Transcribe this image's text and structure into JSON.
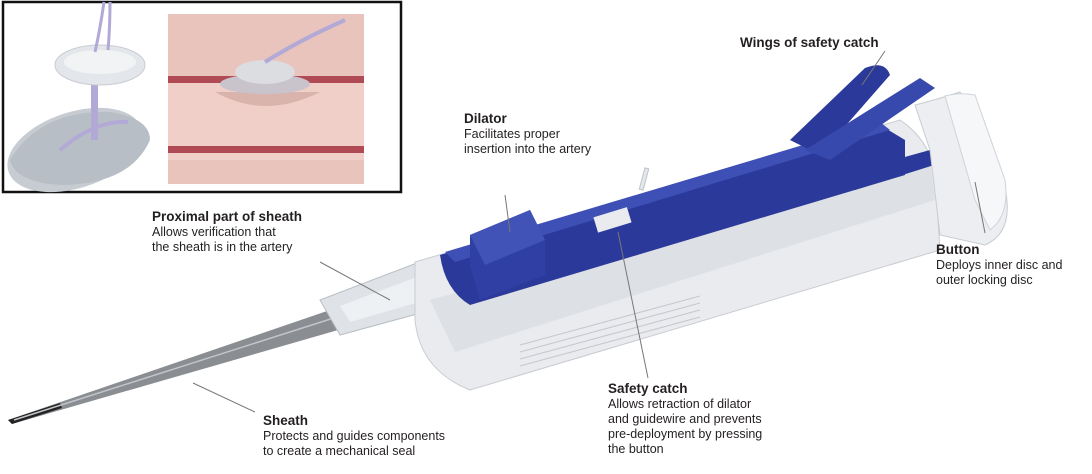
{
  "colors": {
    "device_blue": "#2b3a9a",
    "device_white": "#e9ebee",
    "sheath": "#8a8d91",
    "leader": "#777777"
  },
  "labels": {
    "wings": {
      "title": "Wings of safety catch",
      "desc": ""
    },
    "dilator": {
      "title": "Dilator",
      "desc": "Facilitates proper\ninsertion into the artery"
    },
    "proximal": {
      "title": "Proximal part of sheath",
      "desc": "Allows verification that\nthe sheath is in the artery"
    },
    "button": {
      "title": "Button",
      "desc": "Deploys inner disc and\nouter locking disc"
    },
    "safety": {
      "title": "Safety catch",
      "desc": "Allows retraction of dilator\nand guidewire and prevents\npre-deployment by pressing\nthe button"
    },
    "sheath": {
      "title": "Sheath",
      "desc": "Protects and guides components\nto create a mechanical seal"
    }
  }
}
